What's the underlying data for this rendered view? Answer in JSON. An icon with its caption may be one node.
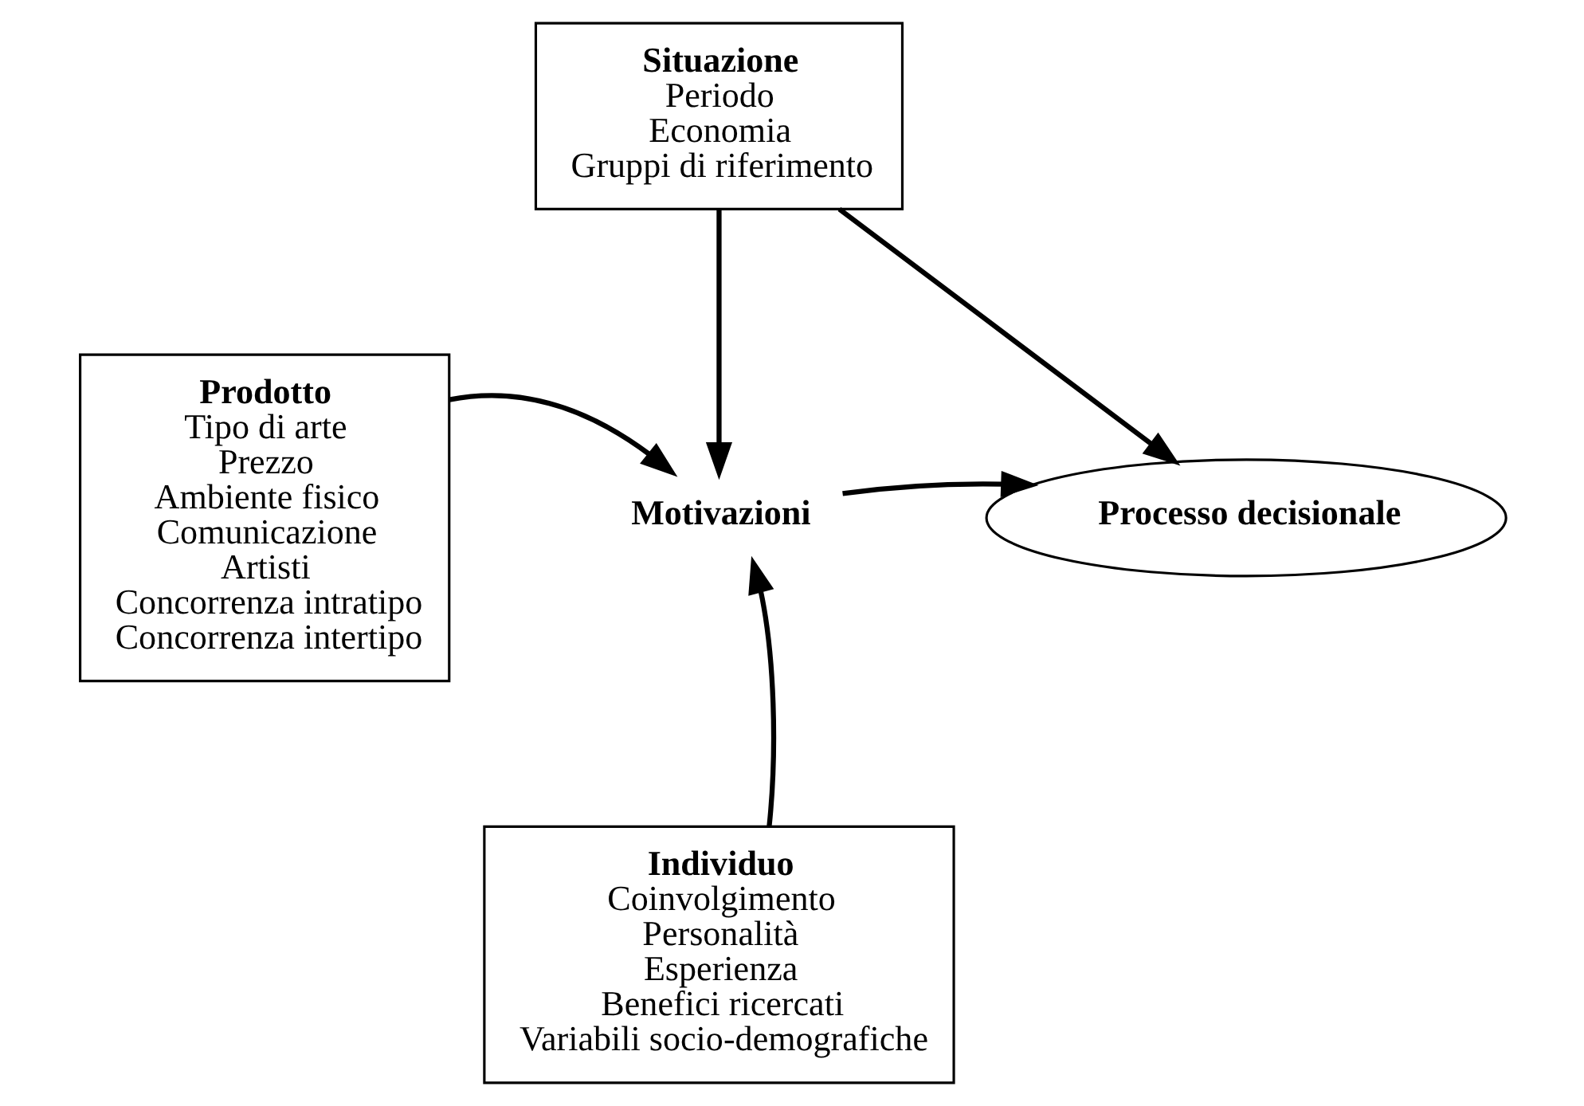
{
  "diagram": {
    "nodes": [
      {
        "text": [
          "Situazione",
          "Periodo",
          "Economia",
          "Gruppi di riferimento"
        ]
      },
      {
        "text": [
          "Prodotto",
          "Tipo di arte",
          "Prezzo",
          "Ambiente fisico",
          "Comunicazione",
          "Artisti",
          "Concorrenza intratipo",
          "Concorrenza intertipo"
        ]
      },
      {
        "text": [
          "Motivazioni"
        ]
      },
      {
        "text": [
          "Processo decisionale"
        ]
      },
      {
        "text": [
          "Individuo",
          "Coinvolgimento",
          "Personalità",
          "Esperienza",
          "Benefici ricercati",
          "Variabili socio-demografiche"
        ]
      }
    ],
    "edges": [
      {
        "from": 0,
        "to": 2,
        "arrow": "to"
      },
      {
        "from": 0,
        "to": 3,
        "arrow": "to"
      },
      {
        "from": 1,
        "to": 2,
        "arrow": "to"
      },
      {
        "from": 2,
        "to": 3,
        "arrow": "to"
      },
      {
        "from": 4,
        "to": 2,
        "arrow": "to"
      }
    ]
  }
}
